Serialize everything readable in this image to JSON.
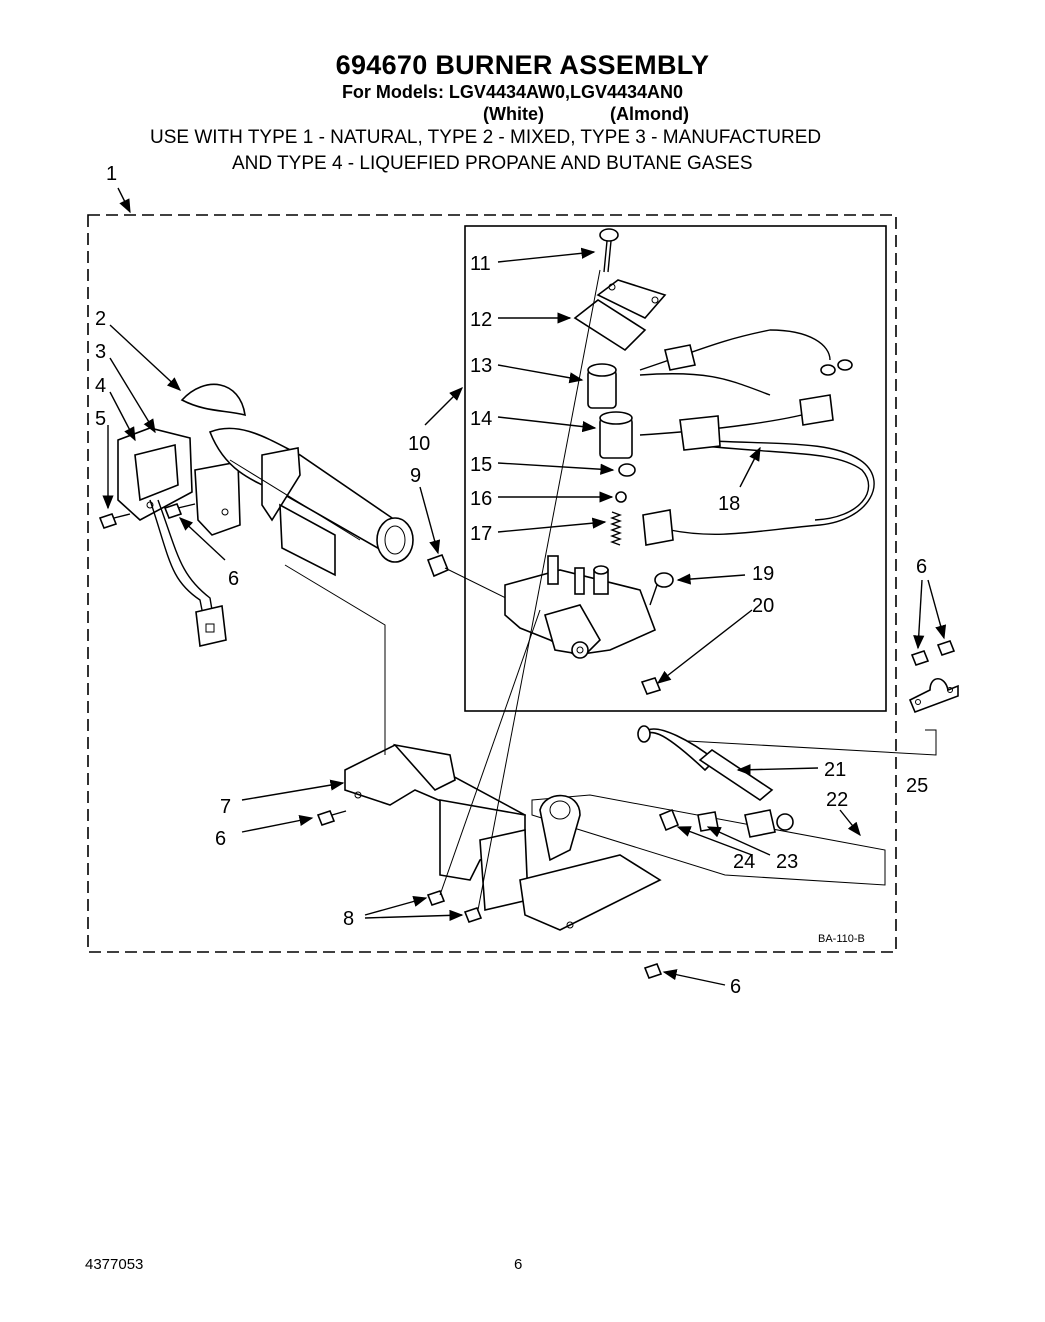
{
  "title": "694670 BURNER ASSEMBLY",
  "models_line": "For Models: LGV4434AW0,LGV4434AN0",
  "variants": [
    "(White)",
    "(Almond)"
  ],
  "usage": [
    "USE WITH TYPE 1 - NATURAL, TYPE 2 - MIXED, TYPE 3 - MANUFACTURED",
    "AND TYPE 4 - LIQUEFIED PROPANE AND BUTANE GASES"
  ],
  "callouts": {
    "c1": "1",
    "c2": "2",
    "c3": "3",
    "c4": "4",
    "c5": "5",
    "c6a": "6",
    "c6b": "6",
    "c6c": "6",
    "c6d": "6",
    "c7": "7",
    "c8": "8",
    "c9": "9",
    "c10": "10",
    "c11": "11",
    "c12": "12",
    "c13": "13",
    "c14": "14",
    "c15": "15",
    "c16": "16",
    "c17": "17",
    "c18": "18",
    "c19": "19",
    "c20": "20",
    "c21": "21",
    "c22": "22",
    "c23": "23",
    "c24": "24",
    "c25": "25"
  },
  "drawing_code": "BA-110-B",
  "footer": {
    "doc_number": "4377053",
    "page_number": "6"
  }
}
